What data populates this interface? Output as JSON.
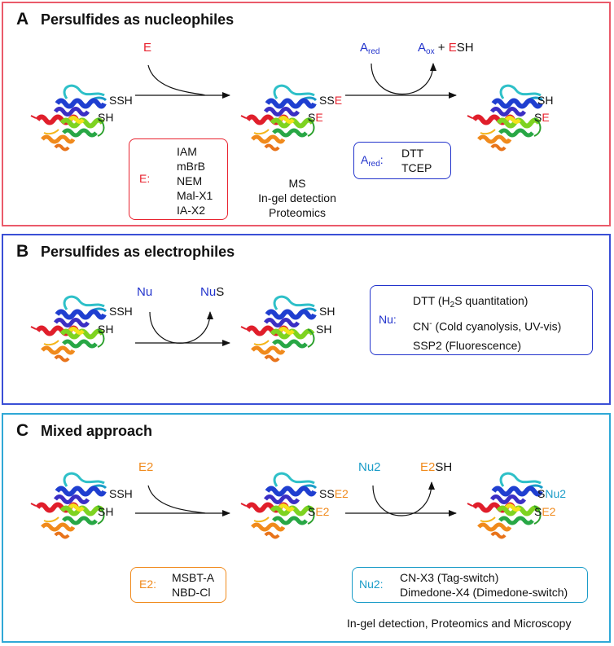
{
  "panel_a": {
    "letter": "A",
    "title": "Persulfides as nucleophiles",
    "reagent1": "E",
    "reagent2_main": "A",
    "reagent2_sub": "red",
    "product2_main": "A",
    "product2_sub": "ox",
    "product2_plus": " + ",
    "product2_e": "E",
    "product2_sh": "SH",
    "p1_top": "SSH",
    "p1_bot": "SH",
    "p2_top_s": "SS",
    "p2_top_e": "E",
    "p2_bot_s": "S",
    "p2_bot_e": "E",
    "p3_top": "SH",
    "p3_bot_s": "S",
    "p3_bot_e": "E",
    "e_box_label": "E:",
    "e_box_items": [
      "IAM",
      "mBrB",
      "NEM",
      "Mal-X1",
      "IA-X2"
    ],
    "detection": [
      "MS",
      "In-gel detection",
      "Proteomics"
    ],
    "ared_box_label_main": "A",
    "ared_box_label_sub": "red",
    "ared_box_colon": ":",
    "ared_box_items": [
      "DTT",
      "TCEP"
    ]
  },
  "panel_b": {
    "letter": "B",
    "title": "Persulfides as electrophiles",
    "reagent1": "Nu",
    "product_nu": "Nu",
    "product_s": "S",
    "p1_top": "SSH",
    "p1_bot": "SH",
    "p2_top": "SH",
    "p2_bot": "SH",
    "nu_box_label": "Nu:",
    "nu_items": [
      {
        "pre": "DTT (H",
        "sub": "2",
        "post": "S quantitation)"
      },
      {
        "pre": "CN",
        "sup": "-",
        "post": " (Cold cyanolysis, UV-vis)"
      },
      {
        "pre": "SSP2 (Fluorescence)"
      }
    ]
  },
  "panel_c": {
    "letter": "C",
    "title": "Mixed approach",
    "reagent1": "E2",
    "reagent2": "Nu2",
    "product2_e": "E2",
    "product2_sh": "SH",
    "p1_top": "SSH",
    "p1_bot": "SH",
    "p2_top_s": "SS",
    "p2_top_e": "E2",
    "p2_bot_s": "S",
    "p2_bot_e": "E2",
    "p3_top_s": "S",
    "p3_top_nu": "Nu2",
    "p3_bot_s": "S",
    "p3_bot_e": "E2",
    "e2_box_label": "E2:",
    "e2_items": [
      "MSBT-A",
      "NBD-Cl"
    ],
    "nu2_box_label": "Nu2:",
    "nu2_items": [
      "CN-X3 (Tag-switch)",
      "Dimedone-X4 (Dimedone-switch)"
    ],
    "footer": "In-gel detection, Proteomics and Microscopy"
  },
  "colors": {
    "red": "#e8232f",
    "blue": "#2233cc",
    "orange": "#f08a1c",
    "teal": "#1a9cc8",
    "panel_a_border": "#ea5a6a",
    "panel_b_border": "#3a4fd6",
    "panel_c_border": "#2fa8d6"
  }
}
